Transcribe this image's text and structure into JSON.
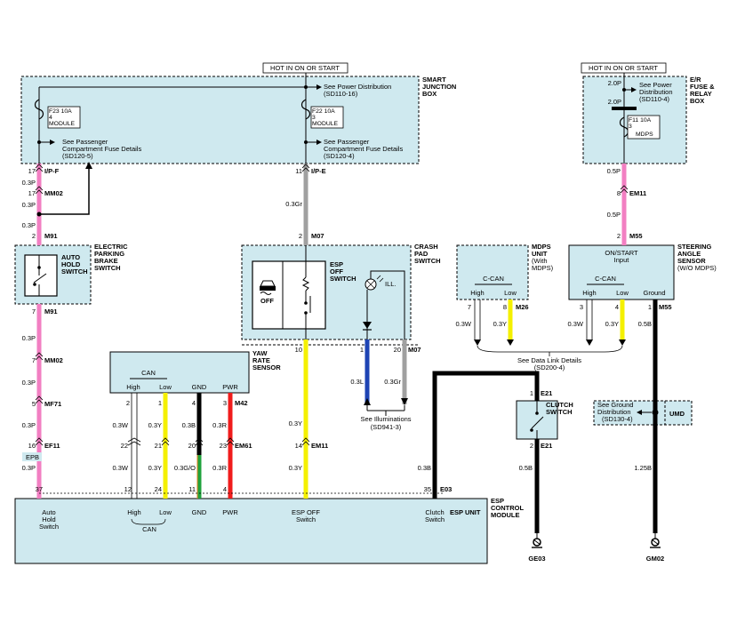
{
  "hot_labels": {
    "left": "HOT IN ON OR START",
    "right": "HOT IN ON OR START"
  },
  "smart_junction_box": {
    "title": [
      "SMART",
      "JUNCTION",
      "BOX"
    ],
    "power_ref": [
      "See Power Distribution",
      "(SD110-16)"
    ],
    "fuse_f23": {
      "name": "F23 10A",
      "pin": "4",
      "label": "MODULE"
    },
    "fuse_f22": {
      "name": "F22 10A",
      "pin": "3",
      "label": "MODULE"
    },
    "pass_ref_left": [
      "See Passenger",
      "Compartment Fuse Details",
      "(SD120-5)"
    ],
    "pass_ref_right": [
      "See Passenger",
      "Compartment Fuse Details",
      "(SD120-4)"
    ]
  },
  "er_fuse_box": {
    "title": [
      "E/R",
      "FUSE &",
      "RELAY",
      "BOX"
    ],
    "pin_top": "2.0P",
    "pin_mid": "2.0P",
    "power_ref": [
      "See Power",
      "Distribution",
      "(SD110-4)"
    ],
    "fuse_f11": {
      "name": "F11 10A",
      "pin": "3",
      "label": "MDPS"
    }
  },
  "connectors": {
    "ip_f_pin": "17",
    "ip_f": "I/P-F",
    "mm02_top_pin": "17",
    "mm02": "MM02",
    "m91_top_pin": "2",
    "m91": "M91",
    "m91_bot_pin": "7",
    "mm02_bot_pin": "7",
    "mf71_pin": "5",
    "mf71": "MF71",
    "ef11_pin": "16",
    "ef11": "EF11",
    "ip_e_pin": "11",
    "ip_e": "I/P-E",
    "m07_top_pin": "2",
    "m07": "M07",
    "m07_bot_pin_left": "10",
    "m07_bot_pin_1": "1",
    "m07_bot_pin_20": "20",
    "em11_mid_pin": "14",
    "em11": "EM11",
    "em11_top_pin": "8",
    "m55_pin": "2",
    "m55": "M55",
    "m26": "M26",
    "m55_bot": "M55",
    "m42": "M42",
    "em61": "EM61",
    "e21_top_pin": "1",
    "e21": "E21",
    "e21_bot_pin": "2",
    "e03_pin": "35",
    "e03": "E03"
  },
  "wires": {
    "w_03p": "0.3P",
    "w_03gr": "0.3Gr",
    "w_05p": "0.5P",
    "w_03w": "0.3W",
    "w_03y": "0.3Y",
    "w_03b": "0.3B",
    "w_03r": "0.3R",
    "w_03gvo": "0.3G/O",
    "w_03l": "0.3L",
    "w_05b": "0.5B",
    "w_125b": "1.25B"
  },
  "auto_hold_switch": [
    "AUTO",
    "HOLD",
    "SWITCH"
  ],
  "epb_switch": [
    "ELECTRIC",
    "PARKING",
    "BRAKE",
    "SWITCH"
  ],
  "crash_pad": {
    "title": [
      "CRASH",
      "PAD",
      "SWITCH"
    ],
    "esp_off": [
      "ESP",
      "OFF",
      "SWITCH"
    ],
    "off_text": "OFF",
    "ill": "ILL."
  },
  "illum_ref": [
    "See Illuminations",
    "(SD941-3)"
  ],
  "yaw_sensor": {
    "title": [
      "YAW",
      "RATE",
      "SENSOR"
    ],
    "can": "CAN",
    "high": "High",
    "low": "Low",
    "gnd": "GND",
    "pwr": "PWR",
    "pins": [
      "2",
      "1",
      "4",
      "3"
    ]
  },
  "mdps_unit": {
    "title": [
      "MDPS",
      "UNIT",
      "(With",
      "MDPS)"
    ],
    "can": "C-CAN",
    "high": "High",
    "low": "Low",
    "pins": [
      "7",
      "8"
    ]
  },
  "steering_sensor": {
    "title": [
      "STEERING",
      "ANGLE",
      "SENSOR",
      "(W/O MDPS)"
    ],
    "input": [
      "ON/START",
      "Input"
    ],
    "can": "C-CAN",
    "high": "High",
    "low": "Low",
    "ground": "Ground",
    "pins": [
      "3",
      "4",
      "1"
    ]
  },
  "data_link_ref": [
    "See Data Link Details",
    "(SD200-4)"
  ],
  "clutch_switch": [
    "CLUTCH",
    "SWITCH"
  ],
  "ground_ref": [
    "See Ground",
    "Distribution",
    "(SD130-4)"
  ],
  "umd": "UMD",
  "splice_pins": {
    "row1": [
      "22",
      "21",
      "20",
      "23"
    ],
    "row2": [
      "12",
      "24",
      "11",
      "4"
    ]
  },
  "epb_tag": "EPB",
  "pin_37": "37",
  "ecm": {
    "title": [
      "ESP",
      "CONTROL",
      "MODULE"
    ],
    "unit": "ESP UNIT",
    "auto_hold": [
      "Auto",
      "Hold",
      "Switch"
    ],
    "high": "High",
    "low": "Low",
    "can": "CAN",
    "gnd": "GND",
    "pwr": "PWR",
    "esp_off": [
      "ESP OFF",
      "Switch"
    ],
    "clutch": [
      "Clutch",
      "Switch"
    ]
  },
  "grounds": {
    "ge03": "GE03",
    "gm02": "GM02"
  },
  "colors": {
    "box_fill": "#cfe9ef",
    "pink": "#f27fc2",
    "gray": "#a0a0a0",
    "yellow": "#f4f000",
    "red": "#f01c1c",
    "green": "#1fa33c",
    "blue": "#1e44b4",
    "black": "#000000"
  }
}
